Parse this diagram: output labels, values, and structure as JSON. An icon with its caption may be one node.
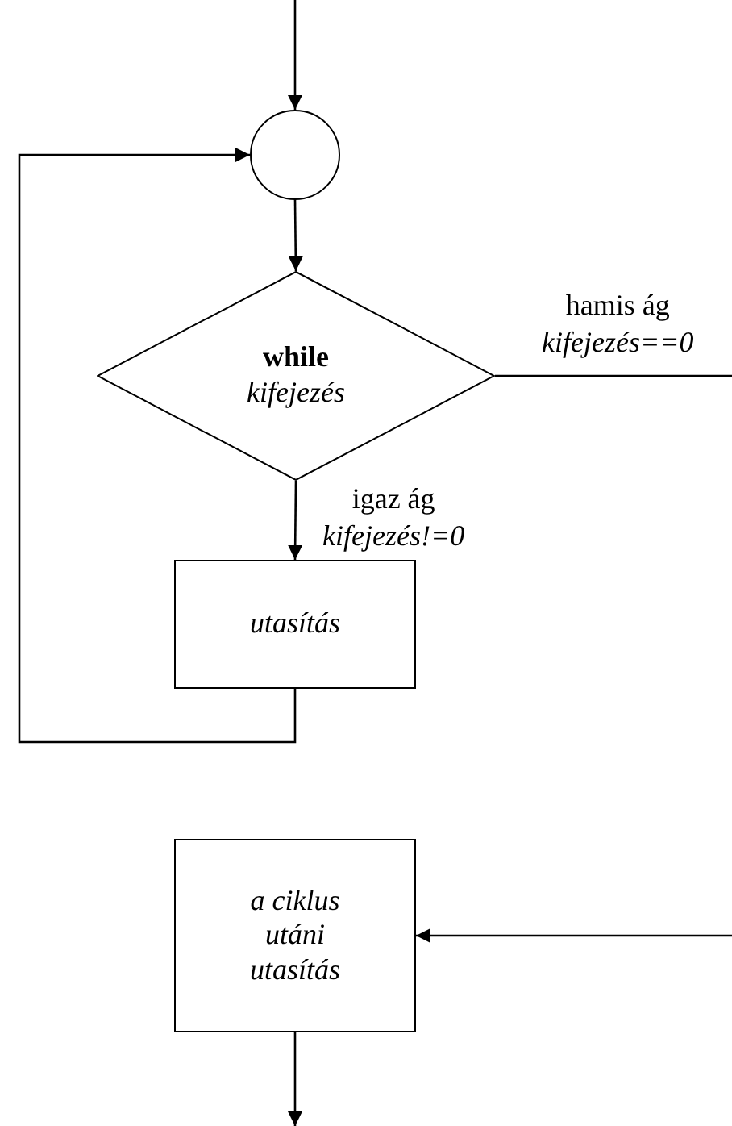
{
  "diagram": {
    "nodes": [
      {
        "text": [],
        "shape": "circle"
      },
      {
        "text": [
          "while",
          "kifejezés"
        ]
      },
      {
        "text": [
          "utasítás"
        ]
      },
      {
        "text": [
          "a ciklus utáni utasítás"
        ]
      }
    ],
    "edges": [
      {
        "from": null,
        "to": 0,
        "arrow": "to"
      },
      {
        "from": 0,
        "to": 1,
        "arrow": "to"
      },
      {
        "from": 1,
        "to": 2,
        "arrow": "to",
        "label": "igaz ág *kifejezés!=0*"
      },
      {
        "from": 1,
        "to": null,
        "arrow": "none",
        "label": "hamis ág *kifejezés==0*"
      },
      {
        "from": 2,
        "to": 0,
        "arrow": "to"
      },
      {
        "from": null,
        "to": 3,
        "arrow": "to"
      },
      {
        "from": 3,
        "to": null,
        "arrow": "to"
      }
    ]
  }
}
